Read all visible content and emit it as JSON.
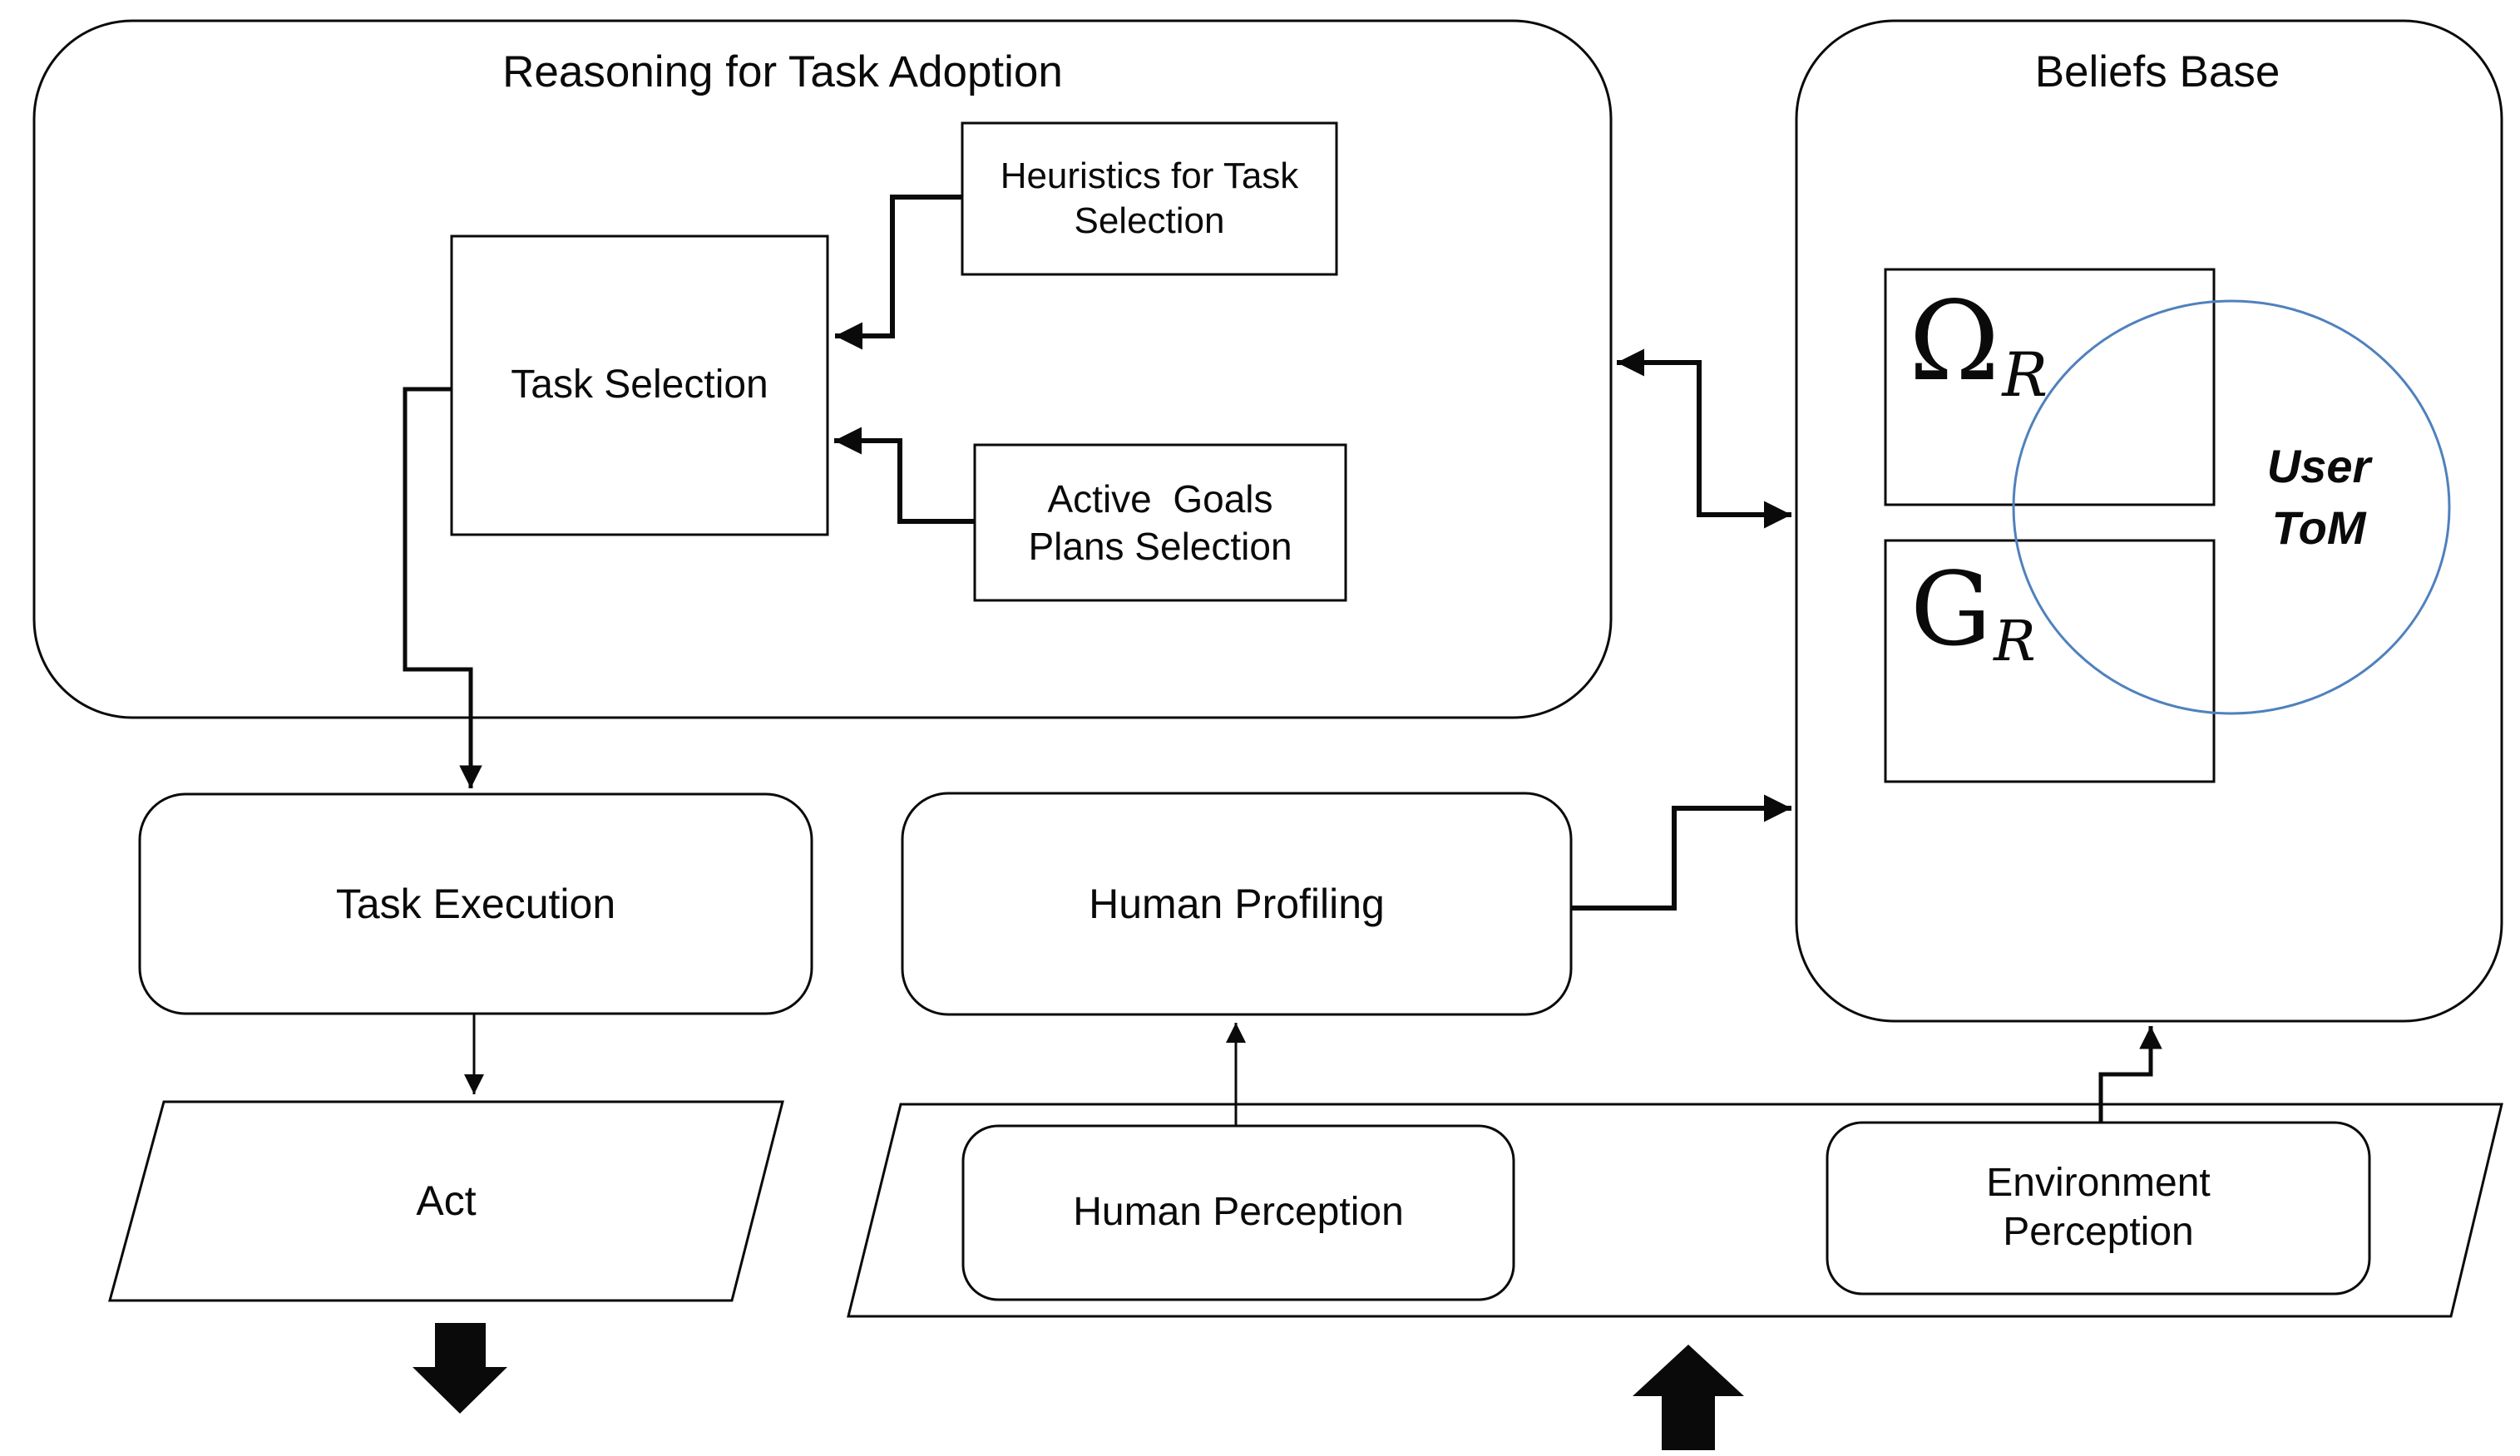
{
  "figure": {
    "background": "#ffffff",
    "stroke_color": "#000000",
    "tom_circle_color": "#4f81bd",
    "containers": {
      "reasoning": {
        "title": "Reasoning for Task Adoption"
      },
      "beliefs": {
        "title": "Beliefs Base"
      }
    },
    "nodes": {
      "heuristics": {
        "line1": "Heuristics for Task",
        "line2": "Selection"
      },
      "task_selection": {
        "label": "Task Selection"
      },
      "active_goals": {
        "line1": "Active  Goals",
        "line2": "Plans Selection"
      },
      "omega_r": {
        "symbol": "Ω",
        "subscript": "R"
      },
      "g_r": {
        "symbol": "G",
        "subscript": "R"
      },
      "user_tom": {
        "line1": "User",
        "line2": "ToM"
      },
      "task_execution": {
        "label": "Task Execution"
      },
      "human_profiling": {
        "label": "Human Profiling"
      },
      "act": {
        "label": "Act"
      },
      "human_perception": {
        "label": "Human Perception"
      },
      "environment_perception": {
        "line1": "Environment",
        "line2": "Perception"
      }
    }
  }
}
